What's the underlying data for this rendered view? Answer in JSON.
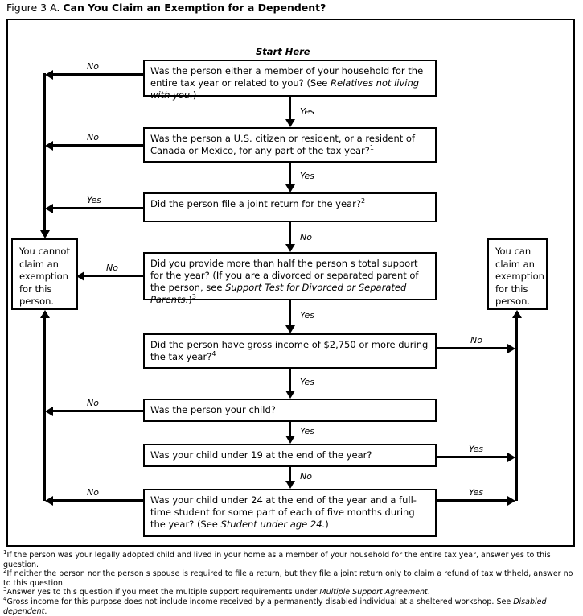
{
  "figure": {
    "number_label": "Figure 3 A.",
    "title": "Can You Claim an Exemption for a Dependent?"
  },
  "start_label": "Start Here",
  "boxes": {
    "q1": {
      "text_a": "Was the person either a member of your household for the entire tax year or related to you? (See ",
      "italic": "Relatives not living with you.",
      "text_b": ")"
    },
    "q2": {
      "text_a": "Was the person a U.S. citizen or resident, or a resident of Canada or Mexico, for any part of the tax year?",
      "footnote_ref": "1"
    },
    "q3": {
      "text_a": "Did the person file a joint return for the year?",
      "footnote_ref": "2"
    },
    "q4": {
      "text_a": "Did you provide more than half the person  s total support for the year? (If you are a divorced or separated parent of the person, see ",
      "italic": "Support Test for Divorced or Separated Parents.",
      "text_b": ")",
      "footnote_ref": "3"
    },
    "q5": {
      "text_a": "Did the person have gross income of $2,750 or more during the tax year?",
      "footnote_ref": "4"
    },
    "q6": {
      "text_a": "Was the person your child?"
    },
    "q7": {
      "text_a": "Was your child under 19 at the end of the year?"
    },
    "q8": {
      "text_a": "Was your child under 24 at the end of the year and a full-time student for some part of each of five months during the year? (See ",
      "italic": "Student under age 24.",
      "text_b": ")"
    },
    "cannot": "You cannot claim an exemption for this person.",
    "can": "You can claim an exemption for this person."
  },
  "branch_labels": {
    "q1_no": "No",
    "q1_yes": "Yes",
    "q2_no": "No",
    "q2_yes": "Yes",
    "q3_yes": "Yes",
    "q3_no": "No",
    "q4_no": "No",
    "q4_yes": "Yes",
    "q5_no": "No",
    "q5_yes": "Yes",
    "q6_no": "No",
    "q6_yes": "Yes",
    "q7_yes": "Yes",
    "q7_no": "No",
    "q8_no": "No",
    "q8_yes": "Yes"
  },
  "footnotes": [
    {
      "marker": "1",
      "text_a": "If the person was your legally adopted child and lived in your home as a member of your household for the entire tax year, answer  yes  to this question.",
      "italic": "",
      "text_b": ""
    },
    {
      "marker": "2",
      "text_a": "If neither the person nor the person  s spouse is required to file a return, but they file a joint return only to claim a refund of tax withheld, answer  no  to this question.",
      "italic": "",
      "text_b": ""
    },
    {
      "marker": "3",
      "text_a": "Answer  yes  to this question if you meet the multiple support requirements under ",
      "italic": "Multiple Support Agreement",
      "text_b": "."
    },
    {
      "marker": "4",
      "text_a": "Gross income for this purpose does not include income received by a permanently disabled individual at a sheltered workshop. See ",
      "italic": "Disabled dependent",
      "text_b": "."
    }
  ],
  "colors": {
    "line": "#000000",
    "background": "#ffffff"
  }
}
